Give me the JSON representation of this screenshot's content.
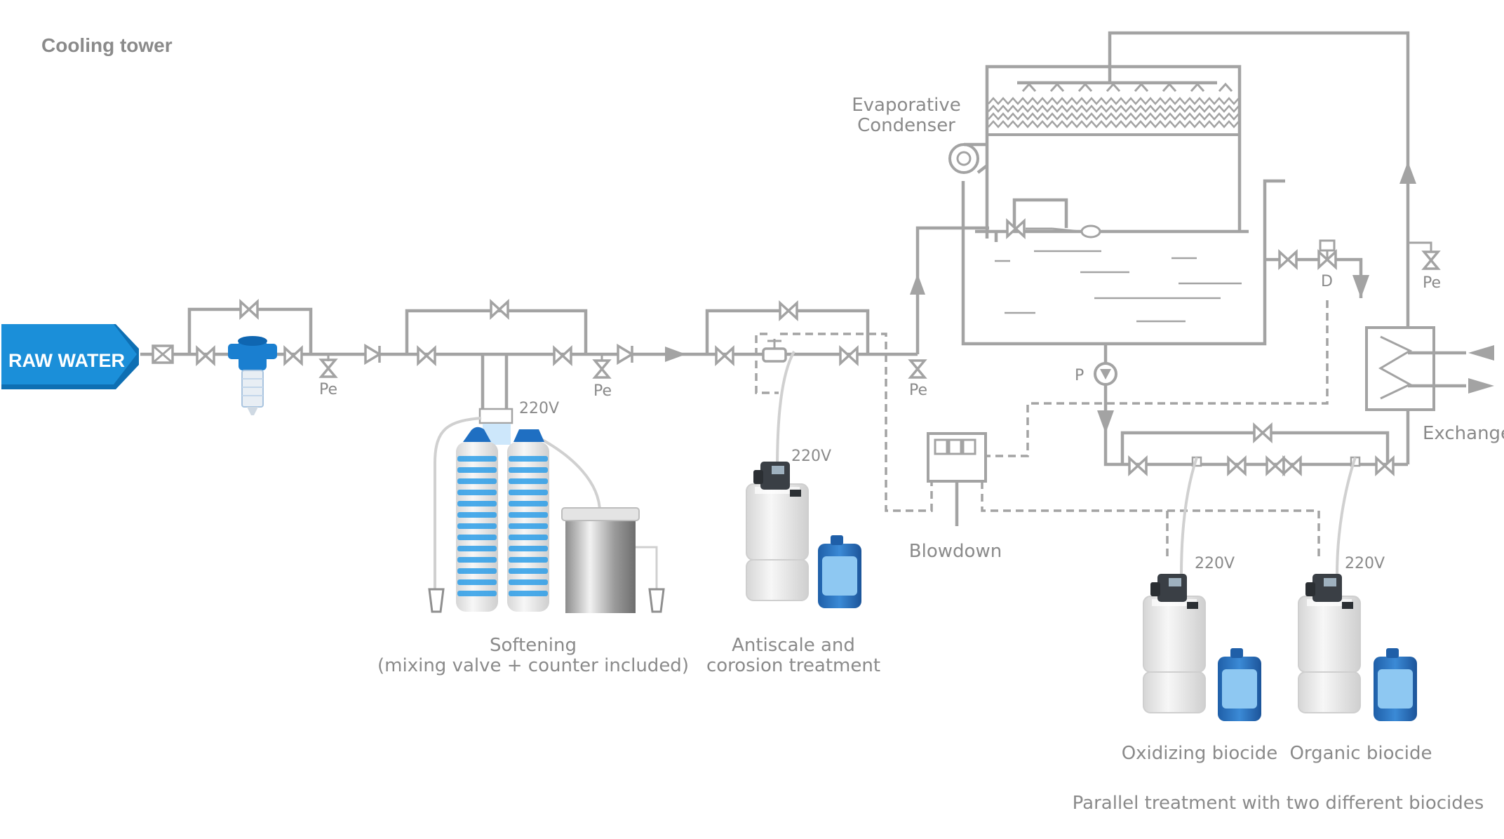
{
  "title": "Cooling tower",
  "raw_water": "RAW WATER",
  "labels": {
    "evaporative": "Evaporative",
    "condenser": "Condenser",
    "pe": "Pe",
    "d": "D",
    "p": "P",
    "v220": "220V",
    "softening": "Softening",
    "softening_sub": "(mixing valve + counter included)",
    "antiscale_1": "Antiscale and",
    "antiscale_2": "corosion treatment",
    "blowdown": "Blowdown",
    "exchanger": "Exchanger",
    "oxidizing": "Oxidizing biocide",
    "organic": "Organic biocide",
    "parallel": "Parallel treatment with two different biocides"
  },
  "colors": {
    "pipe": "#a3a3a3",
    "raw_water_fill": "#1b8fd9",
    "raw_water_dark": "#0e6fb3",
    "filter_blue": "#1a7fd0",
    "label_gray": "#8a8a8a",
    "stripe_blue": "#2d9ee8",
    "canister_blue": "#2f7ccd",
    "canister_light": "#8ec8f2"
  },
  "icons": [
    "filter-icon",
    "pump-icon",
    "dosing-pump-icon",
    "valve-icon",
    "fan-icon",
    "heat-exchanger-icon",
    "canister-icon",
    "brine-tank-icon",
    "controller-icon"
  ]
}
